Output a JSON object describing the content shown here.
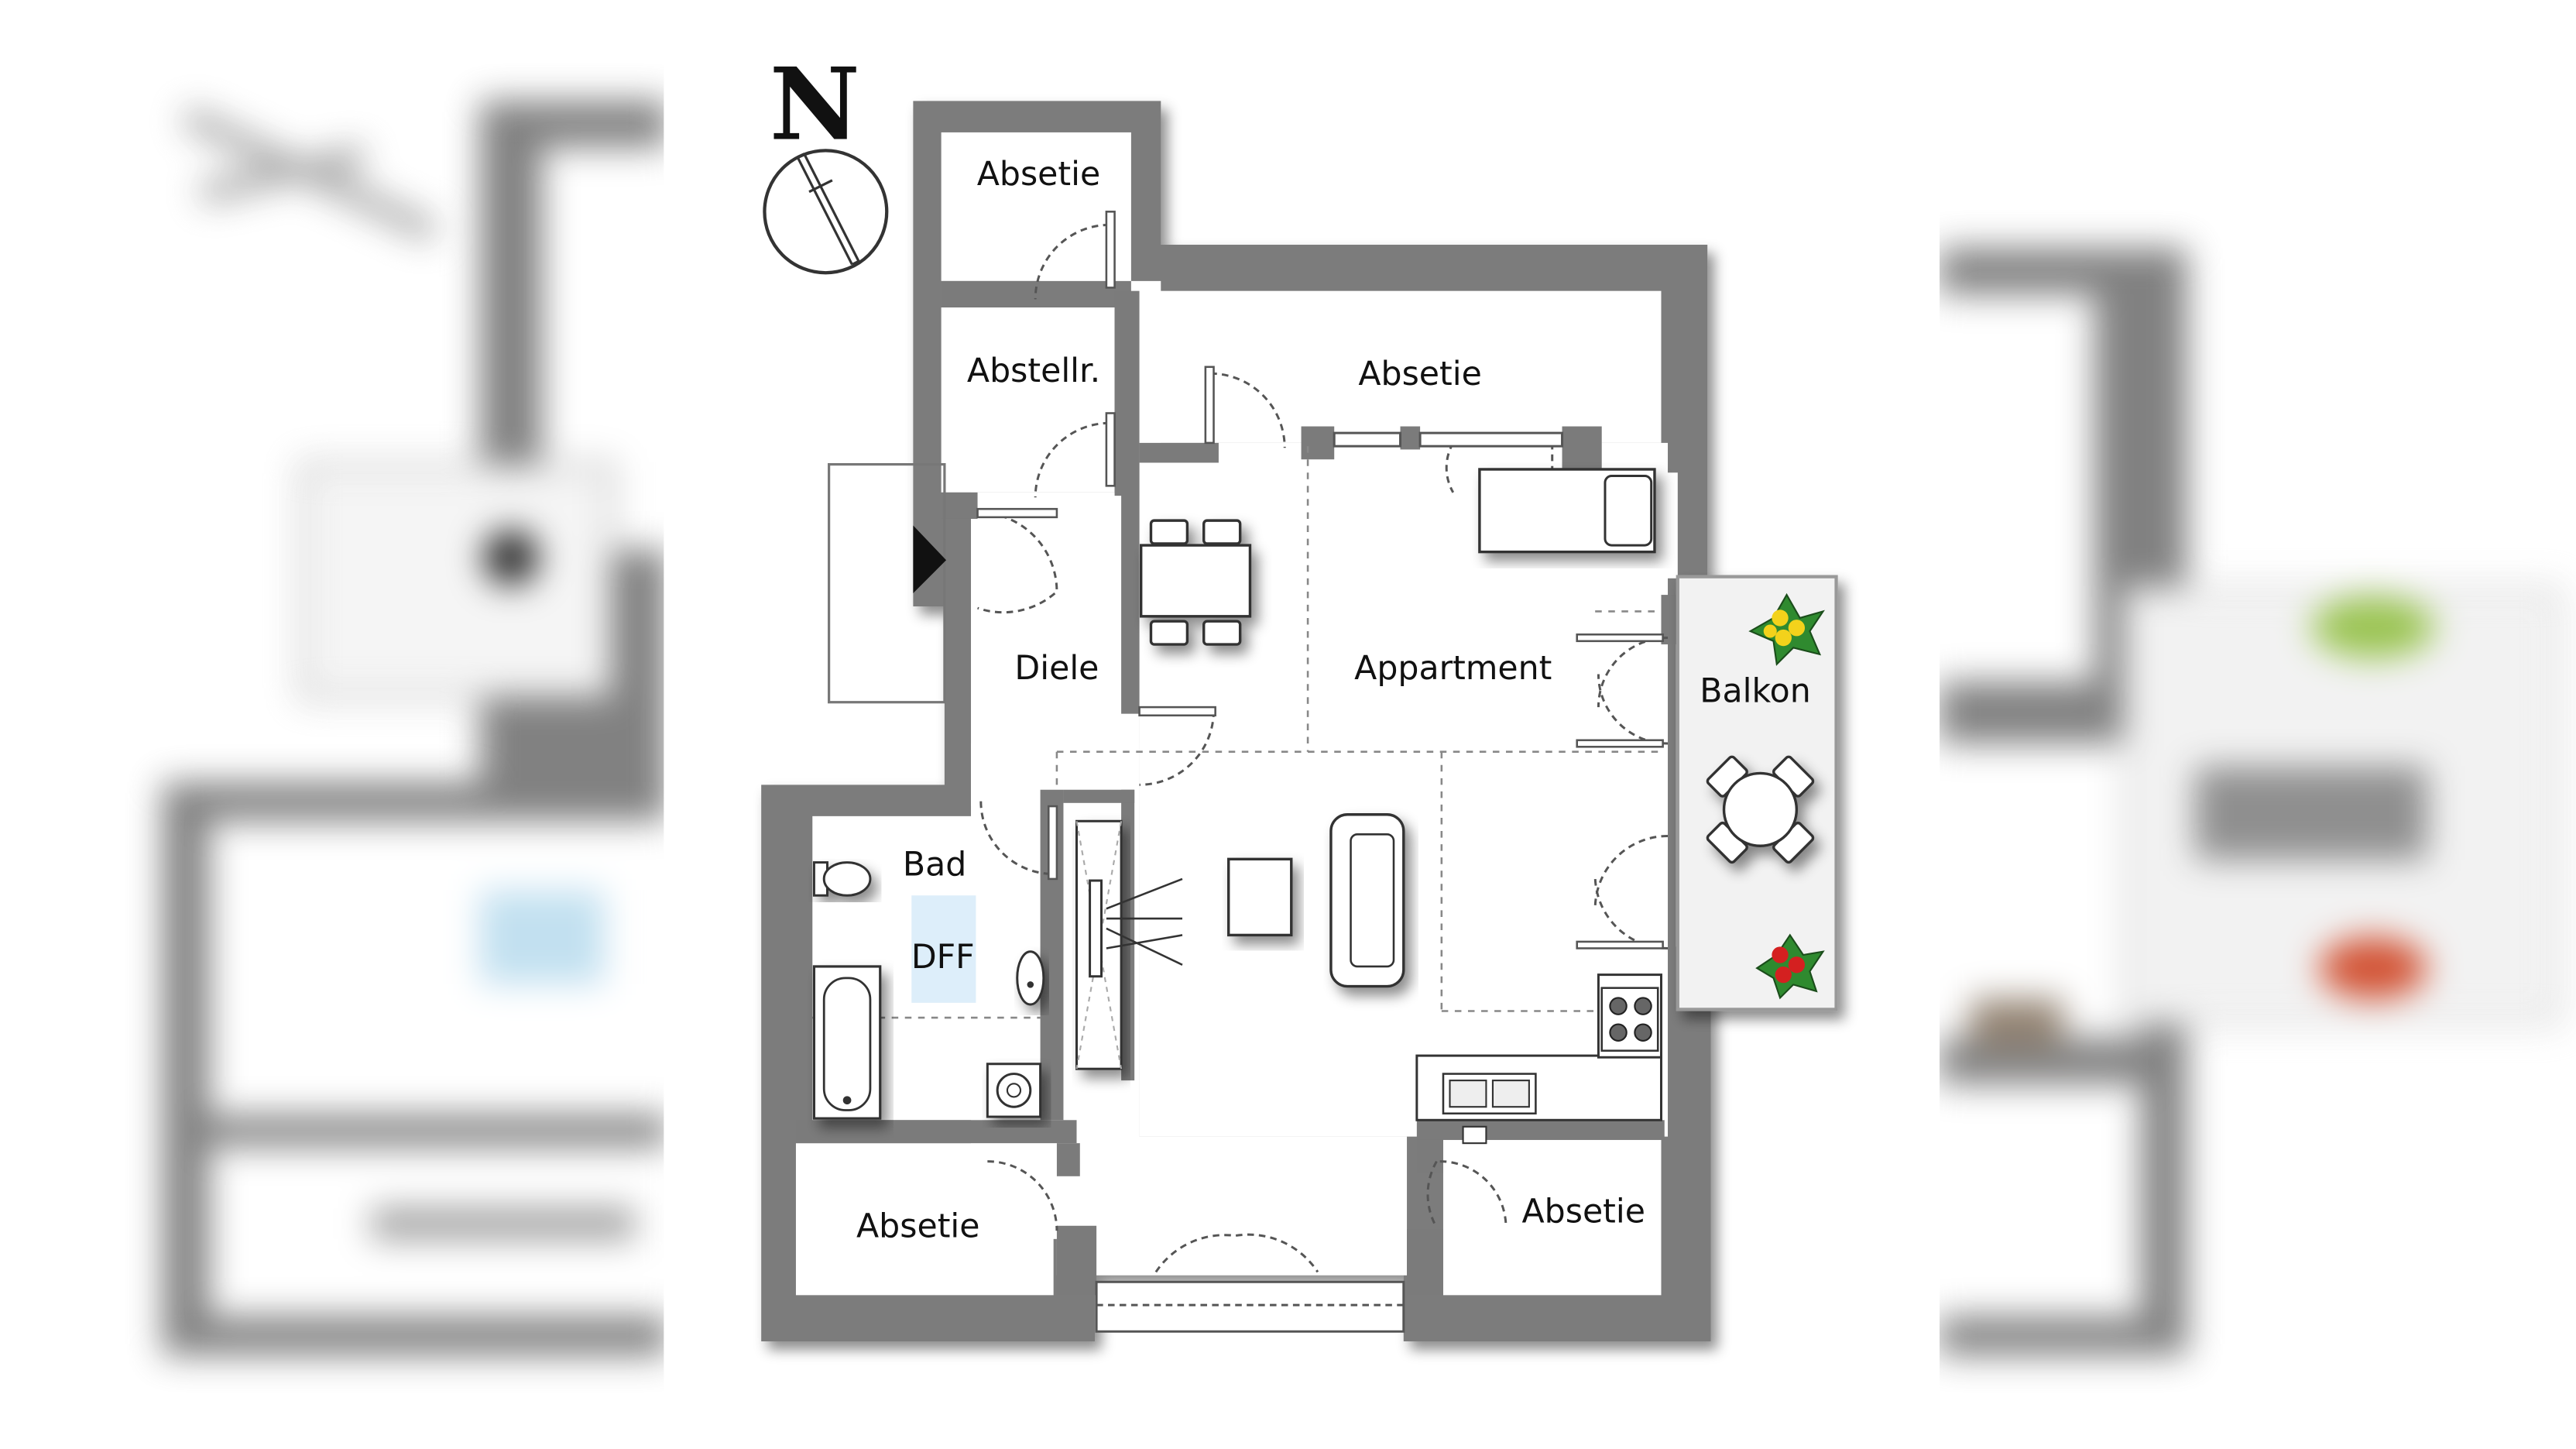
{
  "colors": {
    "wall": "#7b7b7b",
    "floor": "#ffffff",
    "background": "#ffffff",
    "shower": "#ddeefa",
    "balcony": "#f2f2f2",
    "line": "#444444",
    "flower_yellow": "#f3d21b",
    "flower_red": "#d42020",
    "leaf": "#2f8a2f"
  },
  "compass": {
    "label": "N"
  },
  "rooms": {
    "absetie_top": "Absetie",
    "abstellraum": "Abstellr.",
    "absetie_upper": "Absetie",
    "diele": "Diele",
    "appartment": "Appartment",
    "balkon": "Balkon",
    "bad": "Bad",
    "dff": "DFF",
    "absetie_bottom_left": "Absetie",
    "absetie_bottom_right": "Absetie"
  },
  "icons": {
    "compass": "north-compass-icon",
    "entrance": "entrance-arrow-icon",
    "flower": "flower-pot-icon",
    "toilet": "toilet-icon",
    "sink": "sink-icon",
    "bathtub": "bathtub-icon",
    "washer": "washing-machine-icon",
    "stove": "stove-icon",
    "kitchen_sink": "kitchen-sink-icon"
  }
}
